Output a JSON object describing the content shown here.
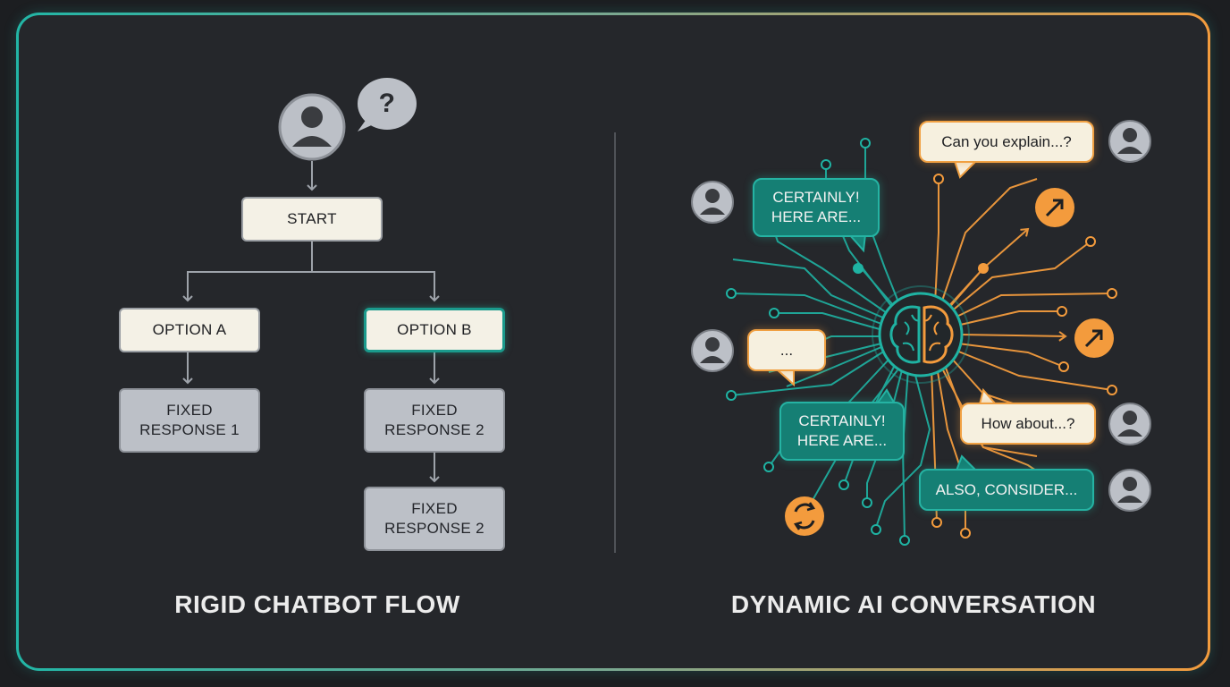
{
  "left": {
    "title": "RIGID CHATBOT FLOW",
    "start": "START",
    "option_a": "OPTION A",
    "option_b": "OPTION B",
    "fixed_response_1": "FIXED\nRESPONSE 1",
    "fixed_response_2a": "FIXED\nRESPONSE 2",
    "fixed_response_2b": "FIXED\nRESPONSE 2",
    "question_mark": "?"
  },
  "right": {
    "title": "DYNAMIC AI CONVERSATION",
    "bubbles": {
      "can_you_explain": "Can you explain...?",
      "certainly_1": "CERTAINLY!\nHERE ARE...",
      "ellipsis": "...",
      "certainly_2": "CERTAINLY!\nHERE ARE...",
      "how_about": "How about...?",
      "also_consider": "ALSO, CONSIDER..."
    }
  },
  "colors": {
    "teal": "#1fb3a3",
    "orange": "#f39b3d",
    "cream": "#f6f0df",
    "gray_box": "#bcc0c7"
  }
}
